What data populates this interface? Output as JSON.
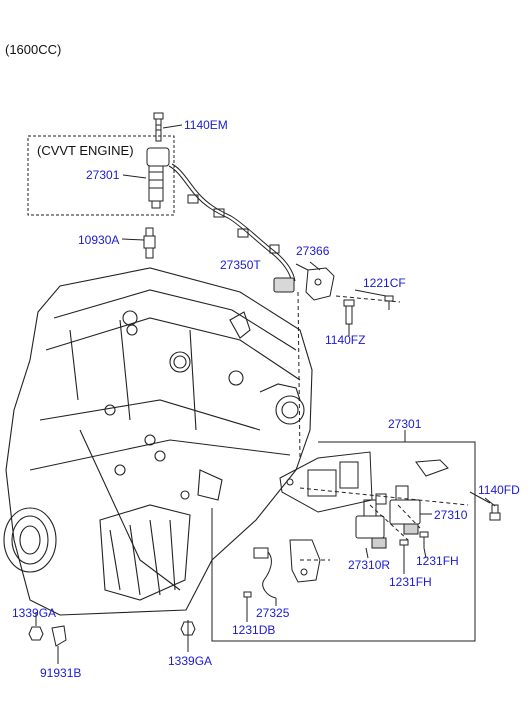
{
  "header": {
    "engine_size": "(1600CC)",
    "cvvt_box": "(CVVT ENGINE)"
  },
  "parts": {
    "bolt_top": "1140EM",
    "coil_cvvt": "27301",
    "spark_plug": "10930A",
    "harness": "27350T",
    "sensor_bracket": "27366",
    "clip": "1221CF",
    "bracket_bolt": "1140FZ",
    "coil_assembly": "27301",
    "bolt_right": "1140FD",
    "coil_right": "27310",
    "coil_left": "27310R",
    "screw_a": "1231FH",
    "screw_b": "1231FH",
    "knock_sensor": "27325",
    "screw_c": "1231DB",
    "nut_left": "1339GA",
    "washer": "91931B",
    "nut_center": "1339GA"
  },
  "colors": {
    "label": "#1a1ad6",
    "line": "#222222",
    "text": "#111111"
  }
}
